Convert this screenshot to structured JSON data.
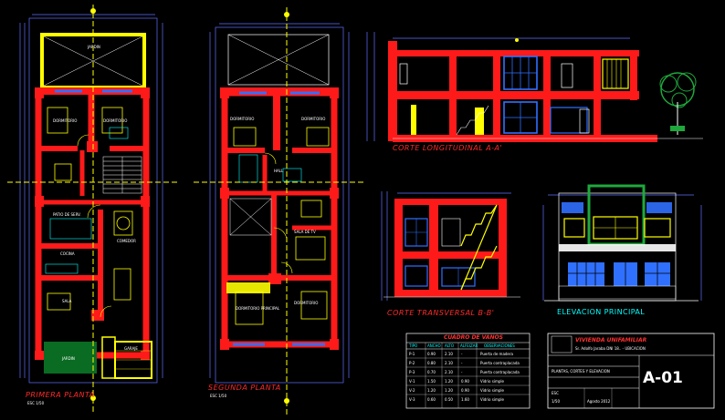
{
  "drawings": {
    "plan1_title": "PRIMERA PLANTA",
    "plan1_scale": "ESC 1/50",
    "plan2_title": "SEGUNDA PLANTA",
    "plan2_scale": "ESC 1/50",
    "section_long_title": "CORTE LONGITUDINAL A-A'",
    "section_trans_title": "CORTE TRANSVERSAL B-B'",
    "elevation_title": "ELEVACION PRINCIPAL"
  },
  "rooms": {
    "jardin_top": "JARDIN",
    "dormitorio1": "DORMITORIO",
    "dormitorio2": "DORMITORIO",
    "patio": "PATIO DE SERV.",
    "cocina": "COCINA",
    "comedor": "COMEDOR",
    "sala": "SALA",
    "jardin_bottom": "JARDIN",
    "garaje": "GARAJE",
    "dorm_a": "DORMITORIO",
    "dorm_b": "DORMITORIO",
    "hall": "HALL",
    "sala_tv": "SALA DE TV",
    "dorm_principal": "DORMITORIO PRINCIPAL",
    "dorm_c": "DORMITORIO"
  },
  "schedule": {
    "title": "CUADRO DE VANOS",
    "headers": [
      "TIPO",
      "ANCHO",
      "ALTO",
      "ALFEIZAR",
      "OBSERVACIONES"
    ],
    "rows": [
      [
        "P-1",
        "0.90",
        "2.10",
        "-",
        "Puerta de madera"
      ],
      [
        "P-2",
        "0.80",
        "2.10",
        "-",
        "Puerta contraplacada"
      ],
      [
        "P-3",
        "0.70",
        "2.10",
        "-",
        "Puerta contraplacada"
      ],
      [
        "V-1",
        "1.50",
        "1.20",
        "0.90",
        "Vidrio simple"
      ],
      [
        "V-2",
        "1.20",
        "1.20",
        "0.90",
        "Vidrio simple"
      ],
      [
        "V-3",
        "0.60",
        "0.50",
        "1.60",
        "Vidrio simple"
      ]
    ]
  },
  "title_block": {
    "project": "VIVIENDA UNIFAMILIAR",
    "owner": "Sr. Adolfo Jaraba DNI 18.. - UBICACION",
    "sheet_desc": "PLANTAS, CORTES Y ELEVACION",
    "scale_label": "ESC",
    "scale": "1/50",
    "date": "Agosto 2012",
    "sheet": "A-01"
  }
}
